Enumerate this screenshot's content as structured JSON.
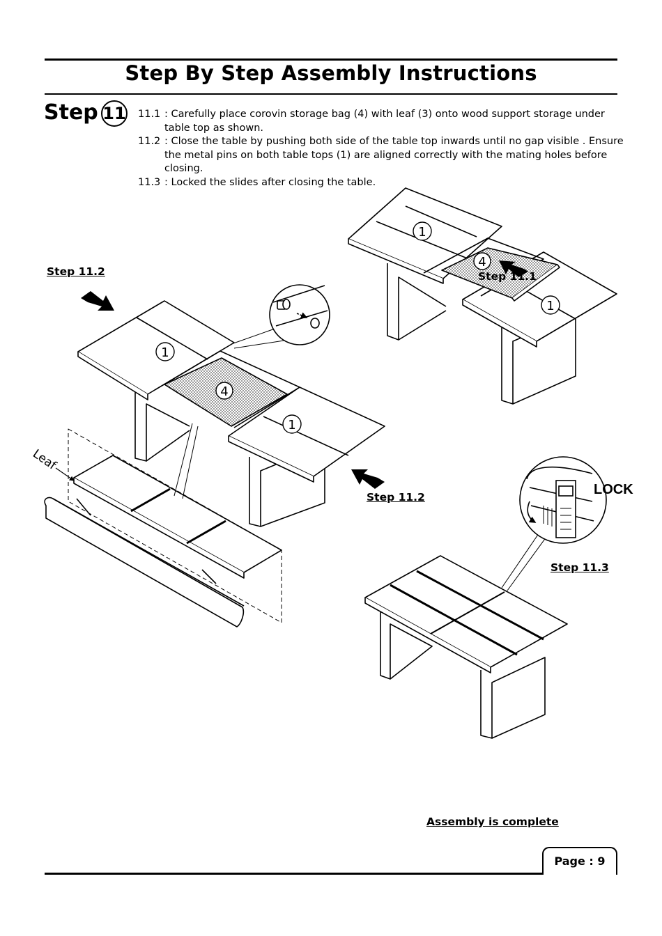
{
  "header": {
    "title": "Step By Step Assembly Instructions"
  },
  "step": {
    "label": "Step",
    "number": "11"
  },
  "instructions": [
    {
      "num": "11.1",
      "text": ": Carefully place corovin storage bag (4) with leaf (3) onto wood support storage under table top as shown."
    },
    {
      "num": "11.2",
      "text": ": Close the table by pushing both side of the table top inwards until no gap visible . Ensure the metal pins on both table tops (1) are aligned correctly with the mating holes before closing."
    },
    {
      "num": "11.3",
      "text": ": Locked the slides after closing the table."
    }
  ],
  "diagram": {
    "callouts": {
      "part1": "1",
      "part4": "4"
    },
    "leaf_label": "Leaf",
    "lock_label": "LOCK",
    "captions": {
      "step_11_2_top": "Step 11.2",
      "step_11_2_bottom": "Step 11.2",
      "step_11_1": "Step 11.1",
      "step_11_3": "Step 11.3"
    }
  },
  "footer": {
    "complete": "Assembly is complete",
    "page_label": "Page : 9"
  }
}
